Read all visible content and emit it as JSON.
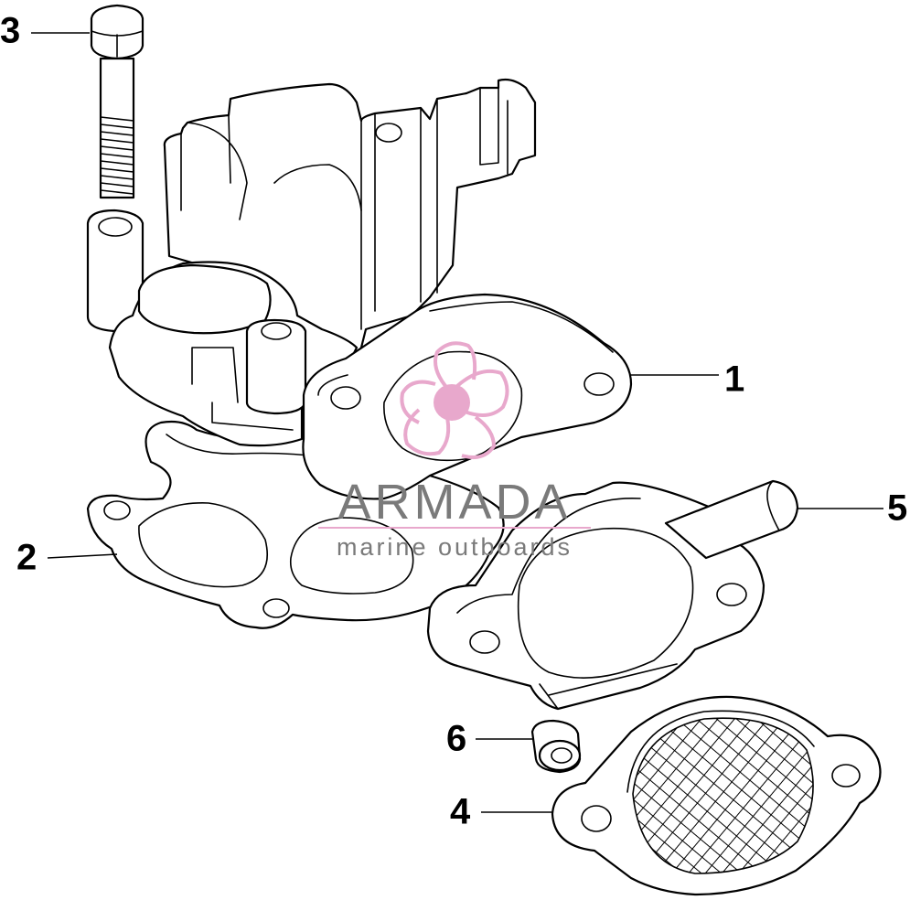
{
  "callouts": [
    {
      "id": "1",
      "label": "1"
    },
    {
      "id": "2",
      "label": "2"
    },
    {
      "id": "3",
      "label": "3"
    },
    {
      "id": "4",
      "label": "4"
    },
    {
      "id": "5",
      "label": "5"
    },
    {
      "id": "6",
      "label": "6"
    }
  ],
  "watermark": {
    "name": "ARMADA",
    "tagline": "marine outboards",
    "logo_icon": "propeller-icon",
    "text_color": "#7a7a7a",
    "logo_color": "#e8a8cc",
    "rule_color": "#e8a8cc"
  }
}
